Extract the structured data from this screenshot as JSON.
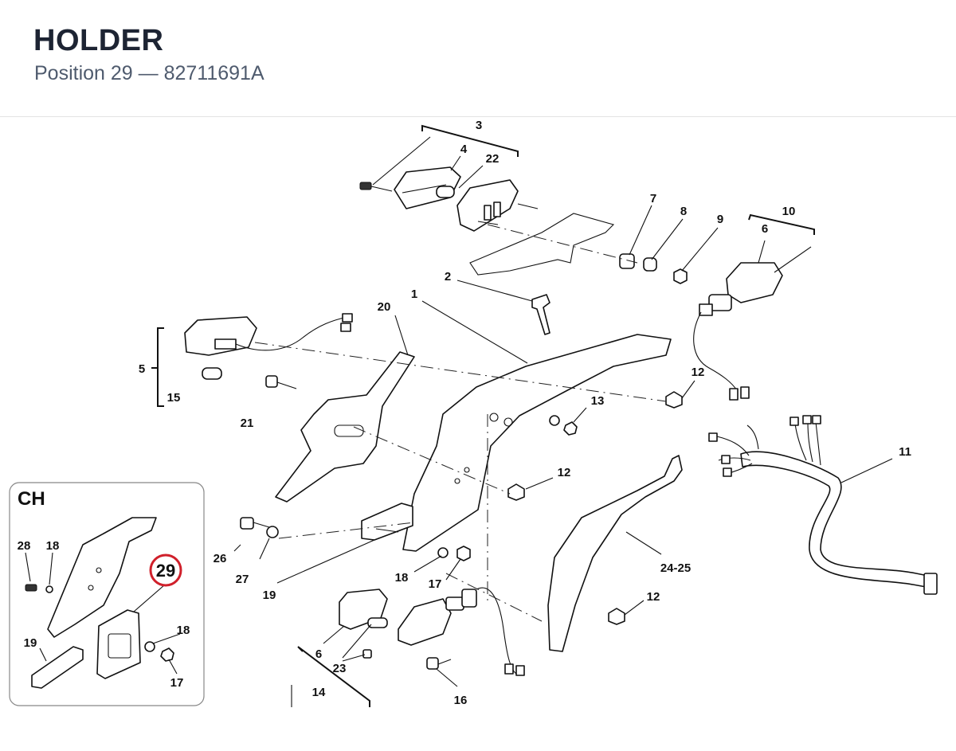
{
  "header": {
    "title": "HOLDER",
    "subtitle": "Position 29 — 82711691A"
  },
  "inset": {
    "title": "CH",
    "highlight_label": "29",
    "highlight_color": "#d0202b"
  },
  "callouts": {
    "c1": "1",
    "c2": "2",
    "c3": "3",
    "c4": "4",
    "c5": "5",
    "c6a": "6",
    "c6b": "6",
    "c7": "7",
    "c8": "8",
    "c9": "9",
    "c10": "10",
    "c11": "11",
    "c12a": "12",
    "c12b": "12",
    "c12c": "12",
    "c13": "13",
    "c14": "14",
    "c15": "15",
    "c16": "16",
    "c17": "17",
    "c18": "18",
    "c19": "19",
    "c20": "20",
    "c21": "21",
    "c22": "22",
    "c23": "23",
    "c24": "24-25",
    "c26": "26",
    "c27": "27",
    "i28": "28",
    "i18a": "18",
    "i19": "19",
    "i18b": "18",
    "i17": "17"
  }
}
